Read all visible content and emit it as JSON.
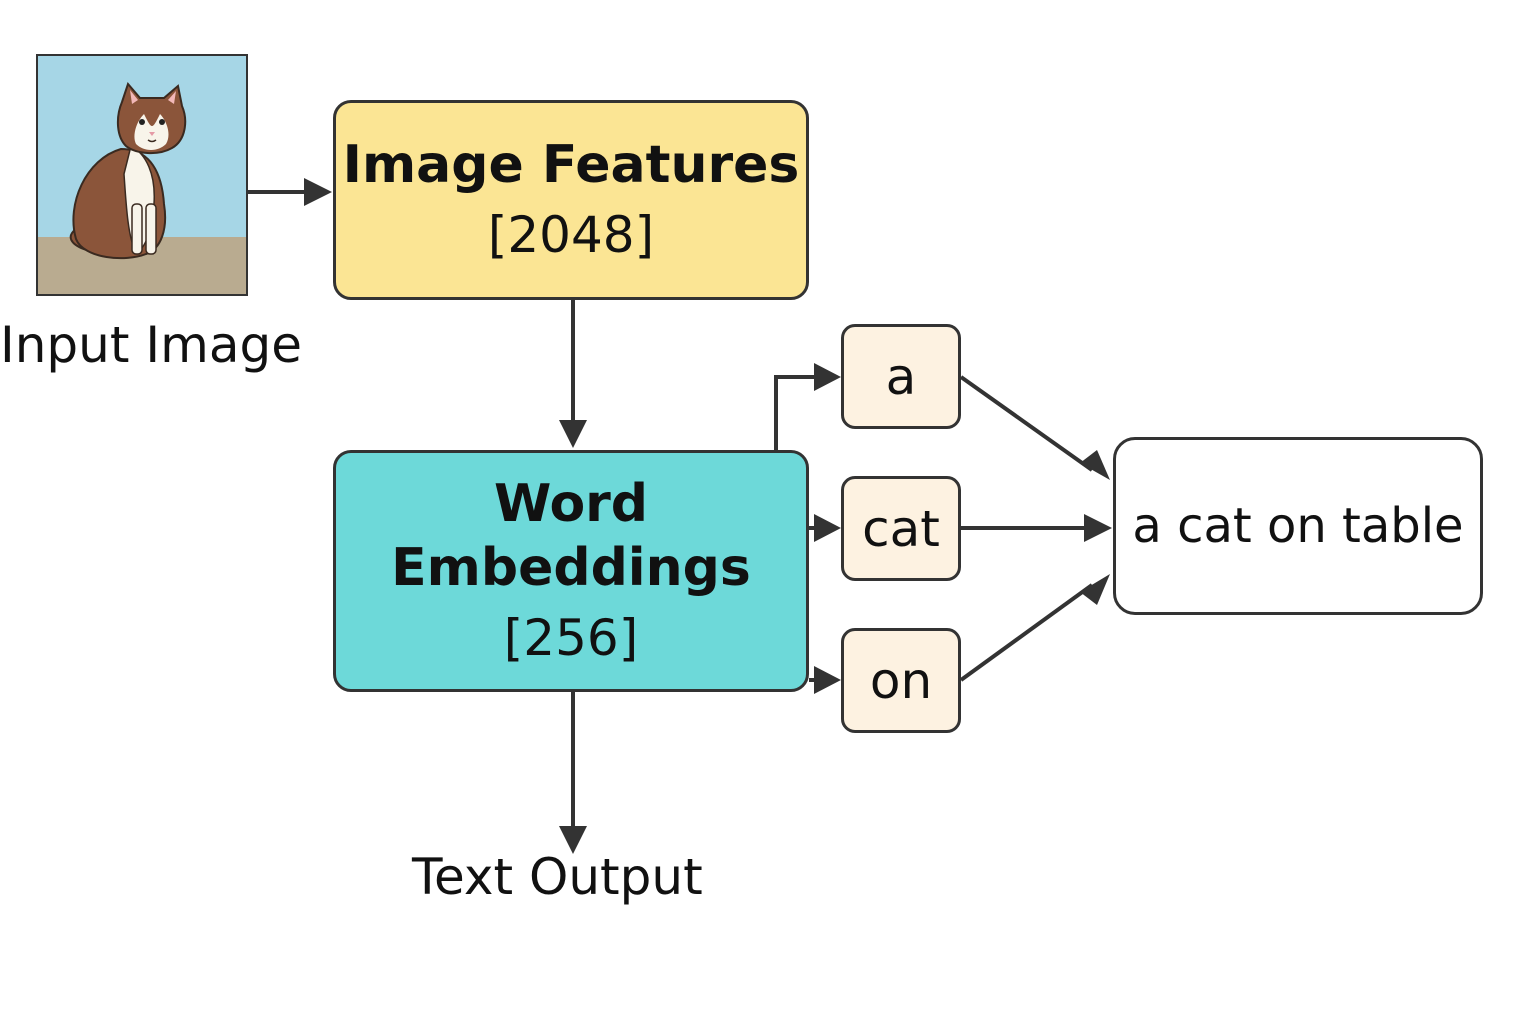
{
  "input": {
    "label": "Input Image",
    "image_subject": "cat-illustration"
  },
  "image_features": {
    "title": "Image Features",
    "dim": "[2048]",
    "color": "#fbe594"
  },
  "word_embeddings": {
    "title_line1": "Word",
    "title_line2": "Embeddings",
    "dim": "[256]",
    "color": "#6dd9d9"
  },
  "tokens": [
    "a",
    "cat",
    "on"
  ],
  "token_color": "#fdf2e1",
  "sentence": "a cat on table",
  "output": {
    "label": "Text Output"
  },
  "edges": [
    {
      "from": "input-image",
      "to": "image-features-box"
    },
    {
      "from": "image-features-box",
      "to": "word-embeddings-box"
    },
    {
      "from": "word-embeddings-box",
      "to": "token-a"
    },
    {
      "from": "word-embeddings-box",
      "to": "token-cat"
    },
    {
      "from": "word-embeddings-box",
      "to": "token-on"
    },
    {
      "from": "token-a",
      "to": "sentence-box"
    },
    {
      "from": "token-cat",
      "to": "sentence-box"
    },
    {
      "from": "token-on",
      "to": "sentence-box"
    },
    {
      "from": "word-embeddings-box",
      "to": "text-output-label"
    }
  ]
}
